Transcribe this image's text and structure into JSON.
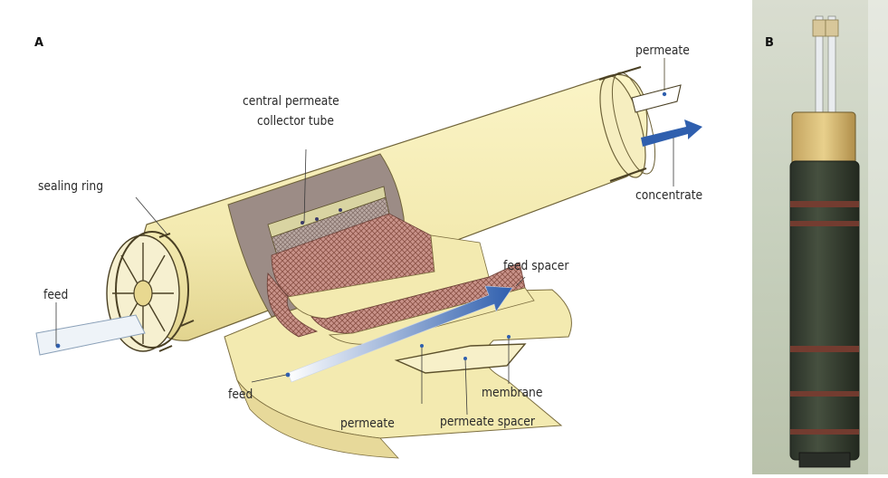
{
  "panel_a": {
    "letter": "A",
    "labels": {
      "permeate_top": "permeate",
      "central_line1": "central permeate",
      "central_line2": "collector tube",
      "sealing_ring": "sealing ring",
      "concentrate": "concentrate",
      "feed_left": "feed",
      "feed_spacer": "feed spacer",
      "feed_bottom": "feed",
      "membrane": "membrane",
      "permeate_bottom": "permeate",
      "permeate_spacer": "permeate spacer"
    }
  },
  "panel_b": {
    "letter": "B"
  },
  "colors": {
    "membrane_yellow": "#f3eab0",
    "arrow_blue": "#2f5fae",
    "mesh_brown": "#a0685a",
    "photo_background": "#cdd6c4"
  }
}
